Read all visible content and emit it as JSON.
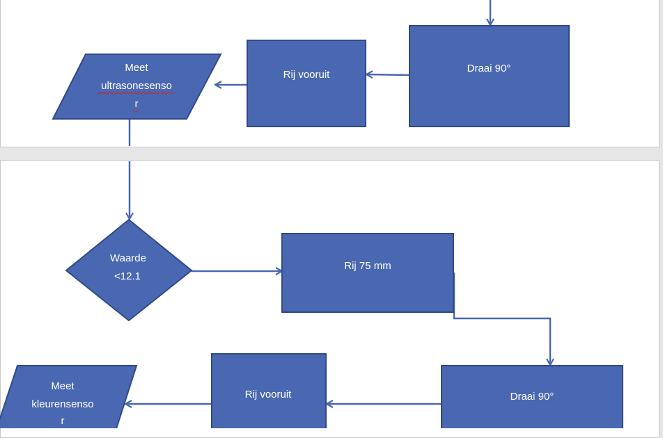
{
  "diagram": {
    "page1": {
      "turn_label": "Draai 90°",
      "drive_label": "Rij vooruit",
      "measure_label_lines": [
        "Meet",
        "ultrasonesenso",
        "r"
      ]
    },
    "page2": {
      "decision_label_lines": [
        "Waarde",
        "<12.1"
      ],
      "drive_distance_label": "Rij 75 mm",
      "turn_label": "Draai 90°",
      "drive_label": "Rij vooruit",
      "measure_label_lines": [
        "Meet",
        "kleurensenso",
        "r"
      ]
    }
  },
  "colors": {
    "shape_fill": "#4a68b1",
    "shape_border": "#2f4a8a",
    "connector": "#4a68b1",
    "spell_check": "#d0202a"
  }
}
